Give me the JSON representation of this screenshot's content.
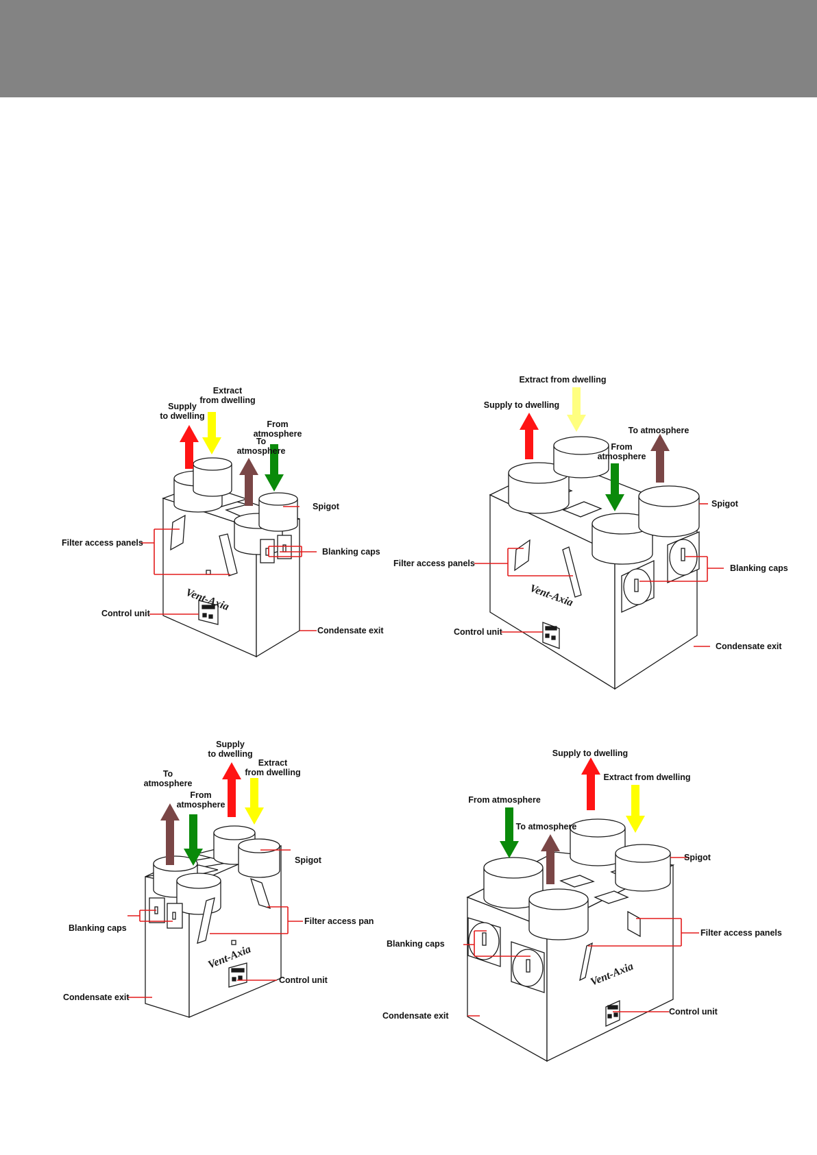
{
  "colors": {
    "header_band": "#838383",
    "leader_line": "#e31b1b",
    "arrow_supply": "#ff1414",
    "arrow_extract": "#ffff00",
    "arrow_to_atmosphere": "#7a4646",
    "arrow_from_atmosphere": "#0a8a0a",
    "outline": "#1a1a1a"
  },
  "figures": [
    {
      "id": "top-left",
      "labels": {
        "supply": "Supply\nto dwelling",
        "extract": "Extract\nfrom dwelling",
        "to_atmosphere": "To\natmosphere",
        "from_atmosphere": "From\natmosphere",
        "spigot": "Spigot",
        "filter_access_panels": "Filter access panels",
        "blanking_caps": "Blanking caps",
        "control_unit": "Control unit",
        "condensate_exit": "Condensate exit",
        "brand": "Vent-Axia"
      }
    },
    {
      "id": "top-right",
      "labels": {
        "extract": "Extract from dwelling",
        "supply": "Supply to dwelling",
        "to_atmosphere": "To atmosphere",
        "from_atmosphere": "From\natmosphere",
        "spigot": "Spigot",
        "filter_access_panels": "Filter access panels",
        "blanking_caps": "Blanking caps",
        "control_unit": "Control unit",
        "condensate_exit": "Condensate exit",
        "brand": "Vent-Axia"
      }
    },
    {
      "id": "bottom-left",
      "labels": {
        "supply": "Supply\nto dwelling",
        "extract": "Extract\nfrom dwelling",
        "to_atmosphere": "To\natmosphere",
        "from_atmosphere": "From\natmosphere",
        "spigot": "Spigot",
        "blanking_caps": "Blanking caps",
        "filter_access_panels": "Filter access pan",
        "control_unit": "Control unit",
        "condensate_exit": "Condensate exit",
        "brand": "Vent-Axia"
      }
    },
    {
      "id": "bottom-right",
      "labels": {
        "supply": "Supply to dwelling",
        "extract": "Extract from dwelling",
        "from_atmosphere": "From atmosphere",
        "to_atmosphere": "To atmosphere",
        "spigot": "Spigot",
        "blanking_caps": "Blanking caps",
        "filter_access_panels": "Filter access panels",
        "control_unit": "Control unit",
        "condensate_exit": "Condensate exit",
        "brand": "Vent-Axia"
      }
    }
  ]
}
